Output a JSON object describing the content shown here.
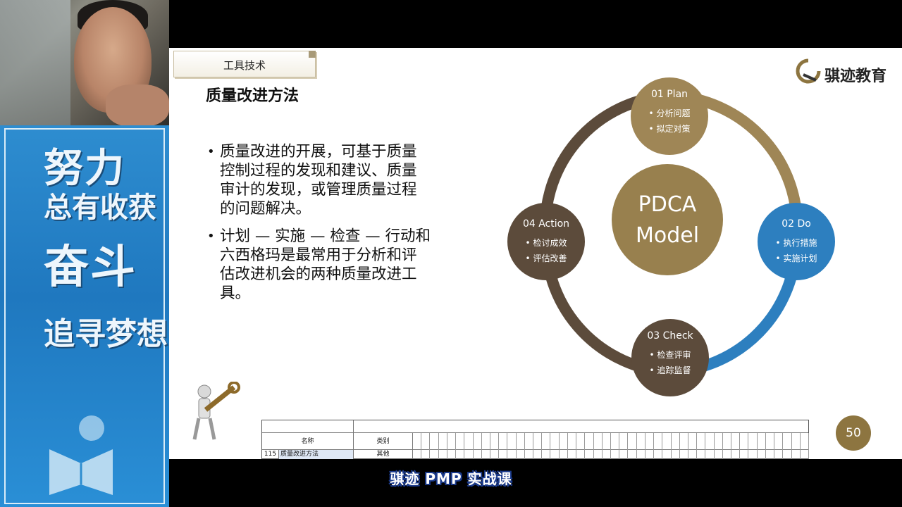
{
  "banner": {
    "line1": "努力",
    "line2": "总有收获",
    "line3": "奋斗",
    "line4": "追寻梦想"
  },
  "slide": {
    "tag": "工具技术",
    "title": "质量改进方法",
    "logo_text": "骐迹教育",
    "bullets": [
      "质量改进的开展，可基于质量控制过程的发现和建议、质量审计的发现，或管理质量过程的问题解决。",
      "计划 — 实施 — 检查 — 行动和六西格玛是最常用于分析和评估改进机会的两种质量改进工具。"
    ],
    "page_number": "50"
  },
  "pdca": {
    "center_line1": "PDCA",
    "center_line2": "Model",
    "plan": {
      "title": "01 Plan",
      "items": [
        "• 分析问题",
        "• 拟定对策"
      ]
    },
    "do": {
      "title": "02 Do",
      "items": [
        "• 执行措施",
        "• 实施计划"
      ]
    },
    "check": {
      "title": "03 Check",
      "items": [
        "• 检查评审",
        "• 追踪监督"
      ]
    },
    "action": {
      "title": "04 Action",
      "items": [
        "• 检讨成效",
        "• 评估改善"
      ]
    },
    "colors": {
      "gold": "#9f8656",
      "blue": "#2d7fbf",
      "brown": "#5c4b3b"
    }
  },
  "sheet": {
    "header_name": "名称",
    "header_type": "类别",
    "row_index": "115",
    "row_name": "质量改进方法",
    "row_type": "其他"
  },
  "subtitle": "骐迹 PMP 实战课"
}
